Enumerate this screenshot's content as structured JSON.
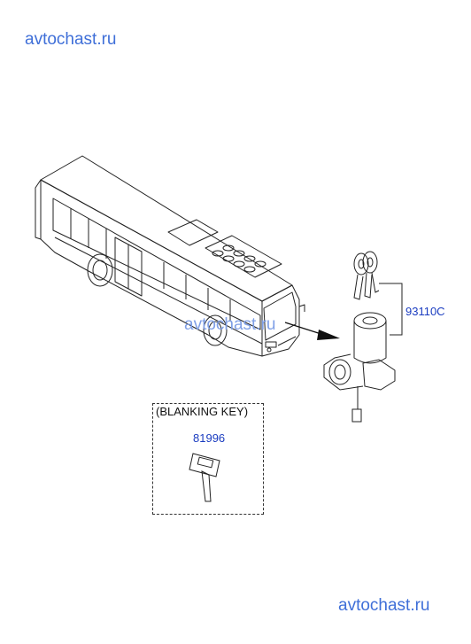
{
  "watermarks": {
    "top": "avtochast.ru",
    "middle": "avtochast.ru",
    "bottom": "avtochast.ru"
  },
  "parts": {
    "ignition_lock_set": "93110C",
    "blanking_key": "81996"
  },
  "captions": {
    "blanking_key_box": "(BLANKING KEY)"
  }
}
